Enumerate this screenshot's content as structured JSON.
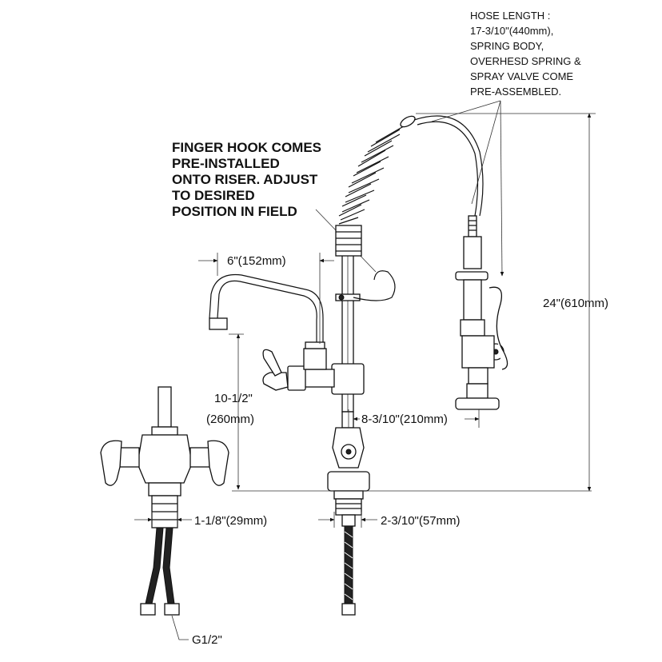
{
  "notes": {
    "hose_note": [
      "HOSE LENGTH :",
      "17-3/10\"(440mm),",
      "SPRING BODY,",
      "OVERHESD SPRING &",
      "SPRAY VALVE COME",
      "PRE-ASSEMBLED."
    ],
    "finger_hook_note": [
      "FINGER HOOK COMES",
      "PRE-INSTALLED",
      "ONTO RISER. ADJUST",
      "TO DESIRED",
      "POSITION IN FIELD"
    ]
  },
  "dimensions": {
    "spout_reach": "6\"(152mm)",
    "height_total": "24\"(610mm)",
    "spout_height_1": "10-1/2\"",
    "spout_height_2": "(260mm)",
    "riser_offset": "8-3/10\"(210mm)",
    "shank_left": "1-1/8\"(29mm)",
    "shank_right": "2-3/10\"(57mm)",
    "supply_connection": "G1/2\""
  }
}
